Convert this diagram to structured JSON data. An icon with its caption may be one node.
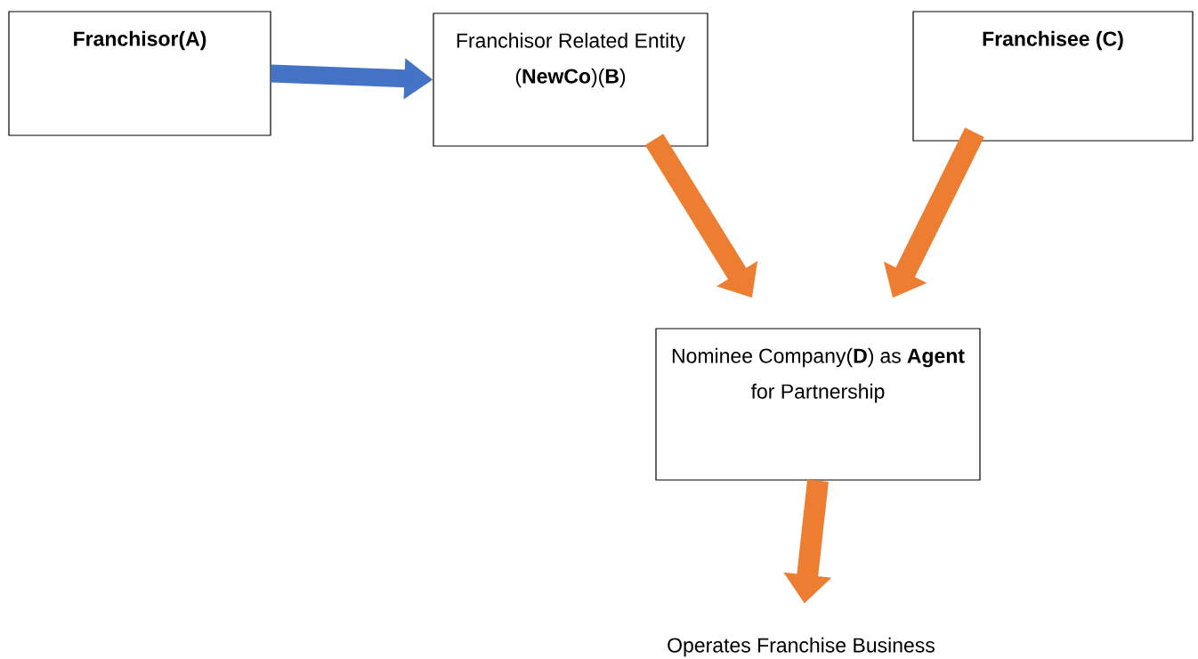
{
  "diagram": {
    "nodes": [
      {
        "text": [
          "Franchisor(A)"
        ]
      },
      {
        "text": [
          "Franchisor Related Entity (**NewCo**)(**B**)"
        ]
      },
      {
        "text": [
          "Franchisee (C)"
        ]
      },
      {
        "text": [
          "Nominee Company(**D**) as **Agent** for Partnership"
        ]
      },
      {
        "text": [
          "Operates Franchise Business"
        ]
      }
    ],
    "edges": [
      {
        "from": 0,
        "to": 1,
        "arrow": "to",
        "color": "#4472c4"
      },
      {
        "from": 1,
        "to": 3,
        "arrow": "to"
      },
      {
        "from": 2,
        "to": 3,
        "arrow": "to"
      },
      {
        "from": 3,
        "to": 4,
        "arrow": "to"
      }
    ]
  }
}
